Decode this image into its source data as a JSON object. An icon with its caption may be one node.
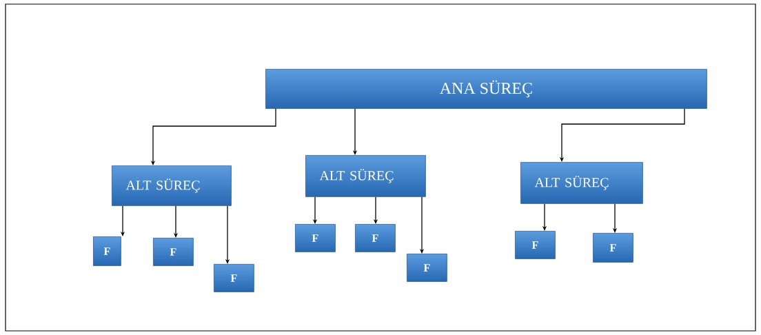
{
  "diagram": {
    "nodes": [
      {
        "text": [
          "ANA SÜREÇ"
        ]
      },
      {
        "text": [
          "ALT SÜREÇ"
        ]
      },
      {
        "text": [
          "ALT SÜREÇ"
        ]
      },
      {
        "text": [
          "ALT SÜREÇ"
        ]
      },
      {
        "text": [
          "F"
        ]
      },
      {
        "text": [
          "F"
        ]
      },
      {
        "text": [
          "F"
        ]
      },
      {
        "text": [
          "F"
        ]
      },
      {
        "text": [
          "F"
        ]
      },
      {
        "text": [
          "F"
        ]
      },
      {
        "text": [
          "F"
        ]
      },
      {
        "text": [
          "F"
        ]
      }
    ],
    "edges": [
      {
        "from": 0,
        "to": 1,
        "arrow": "to"
      },
      {
        "from": 0,
        "to": 2,
        "arrow": "to"
      },
      {
        "from": 0,
        "to": 3,
        "arrow": "to"
      },
      {
        "from": 1,
        "to": 4,
        "arrow": "to"
      },
      {
        "from": 1,
        "to": 5,
        "arrow": "to"
      },
      {
        "from": 1,
        "to": 6,
        "arrow": "to"
      },
      {
        "from": 2,
        "to": 7,
        "arrow": "to"
      },
      {
        "from": 2,
        "to": 8,
        "arrow": "to"
      },
      {
        "from": 2,
        "to": 9,
        "arrow": "to"
      },
      {
        "from": 3,
        "to": 10,
        "arrow": "to"
      },
      {
        "from": 3,
        "to": 11,
        "arrow": "to"
      }
    ]
  }
}
